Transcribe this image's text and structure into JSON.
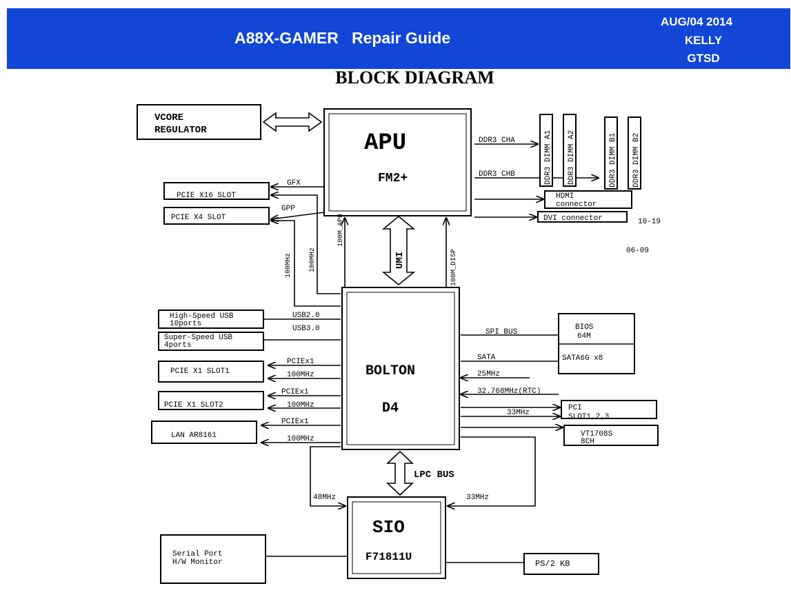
{
  "header": {
    "title": "A88X-GAMER   Repair Guide",
    "date": "AUG/04 2014",
    "author": "KELLY",
    "dept": "GTSD",
    "bg_color": "#1146d6"
  },
  "page_heading": "BLOCK DIAGRAM",
  "blocks": {
    "vcore": [
      "VCORE",
      "REGULATOR"
    ],
    "apu": {
      "title": "APU",
      "model": "FM2+"
    },
    "bolton": {
      "title": "BOLTON",
      "model": "D4"
    },
    "sio": {
      "title": "SIO",
      "model": "F71811U"
    },
    "pcie_x16": "PCIE X16 SLOT",
    "pcie_x4": "PCIE X4 SLOT",
    "usb_hs": [
      "High-Speed USB",
      "10ports"
    ],
    "usb_ss": [
      "Super-Speed USB",
      "4ports"
    ],
    "pcie_x1_1": "PCIE X1 SLOT1",
    "pcie_x1_2": "PCIE X1 SLOT2",
    "lan": "LAN AR8161",
    "serial": [
      "Serial Port",
      "H/W Monitor"
    ],
    "ps2": "PS/2 KB",
    "hdmi": [
      "HDMI",
      "connector"
    ],
    "dvi": "DVI connector",
    "bios": {
      "name": "BIOS",
      "size": "64M",
      "size_color": "#a01010"
    },
    "sata_dev": "SATA6G x8",
    "pci_slot": [
      "PCI",
      "SLOT1,2,3"
    ],
    "audio": [
      "VT1708S",
      "8CH"
    ],
    "dimms": [
      "DDR3 DIMM A1",
      "DDR3 DIMM A2",
      "DDR3 DIMM B1",
      "DDR3 DIMM B2"
    ]
  },
  "signals": {
    "ddr3_cha": "DDR3 CHA",
    "ddr3_chb": "DDR3 CHB",
    "gfx": "GFX",
    "gpp": "GPP",
    "clk_100m_apu": "100M_APU",
    "clk_100m_disp": "100M_DISP",
    "umi": "UMI",
    "clk_100mhz_a": "100MHz",
    "clk_100mhz_b": "100MHz",
    "usb20": "USB2.0",
    "usb30": "USB3.0",
    "pciex1_1": "PCIEx1",
    "mhz100_1": "100MHz",
    "pciex1_2": "PCIEx1",
    "mhz100_2": "100MHz",
    "pciex1_3": "PCIEx1",
    "mhz100_3": "100MHz",
    "spi_bus": "SPI BUS",
    "sata": "SATA",
    "mhz25": "25MHz",
    "rtc": "32.768MHz(RTC)",
    "mhz33_pci": "33MHz",
    "lpc_bus": "LPC BUS",
    "mhz48": "48MHz",
    "mhz33_sio": "33MHz"
  },
  "notes": {
    "n1": "10-19",
    "n2": "06-09"
  }
}
